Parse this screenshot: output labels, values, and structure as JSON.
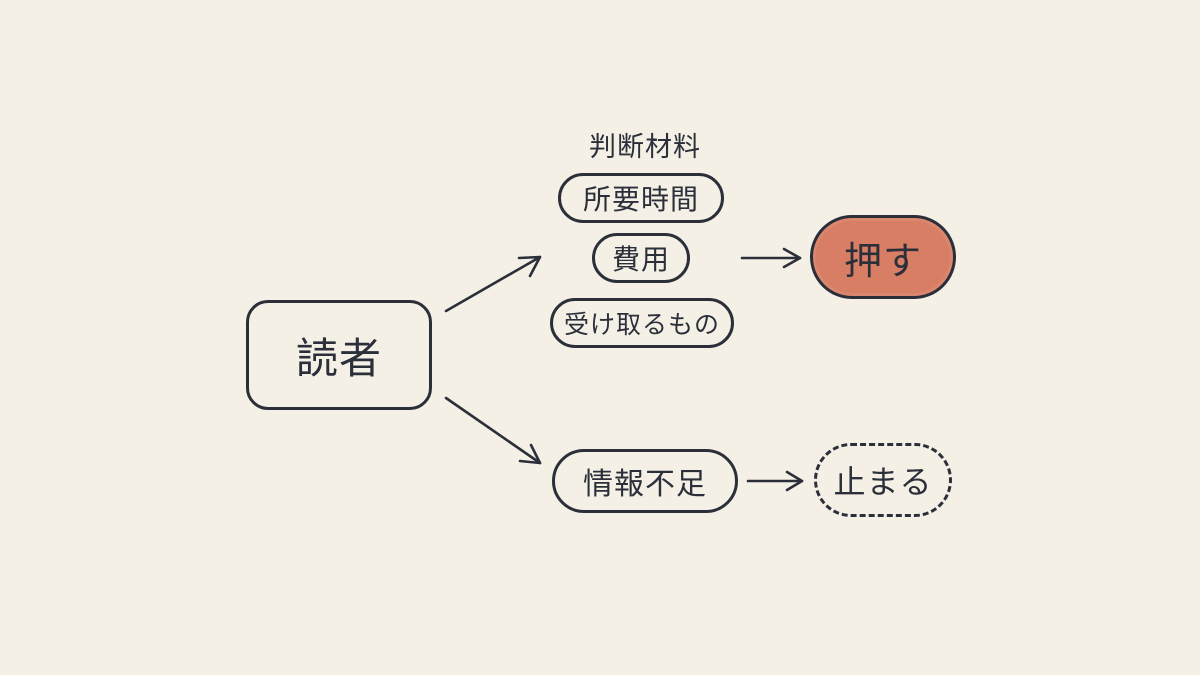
{
  "diagram": {
    "reader": "読者",
    "materials_label": "判断材料",
    "materials": [
      "所要時間",
      "費用",
      "受け取るもの"
    ],
    "info_lack": "情報不足",
    "push": "押す",
    "stop": "止まる"
  },
  "colors": {
    "background": "#f5f0e6",
    "ink": "#2b2f3a",
    "accent": "#d77e64"
  }
}
